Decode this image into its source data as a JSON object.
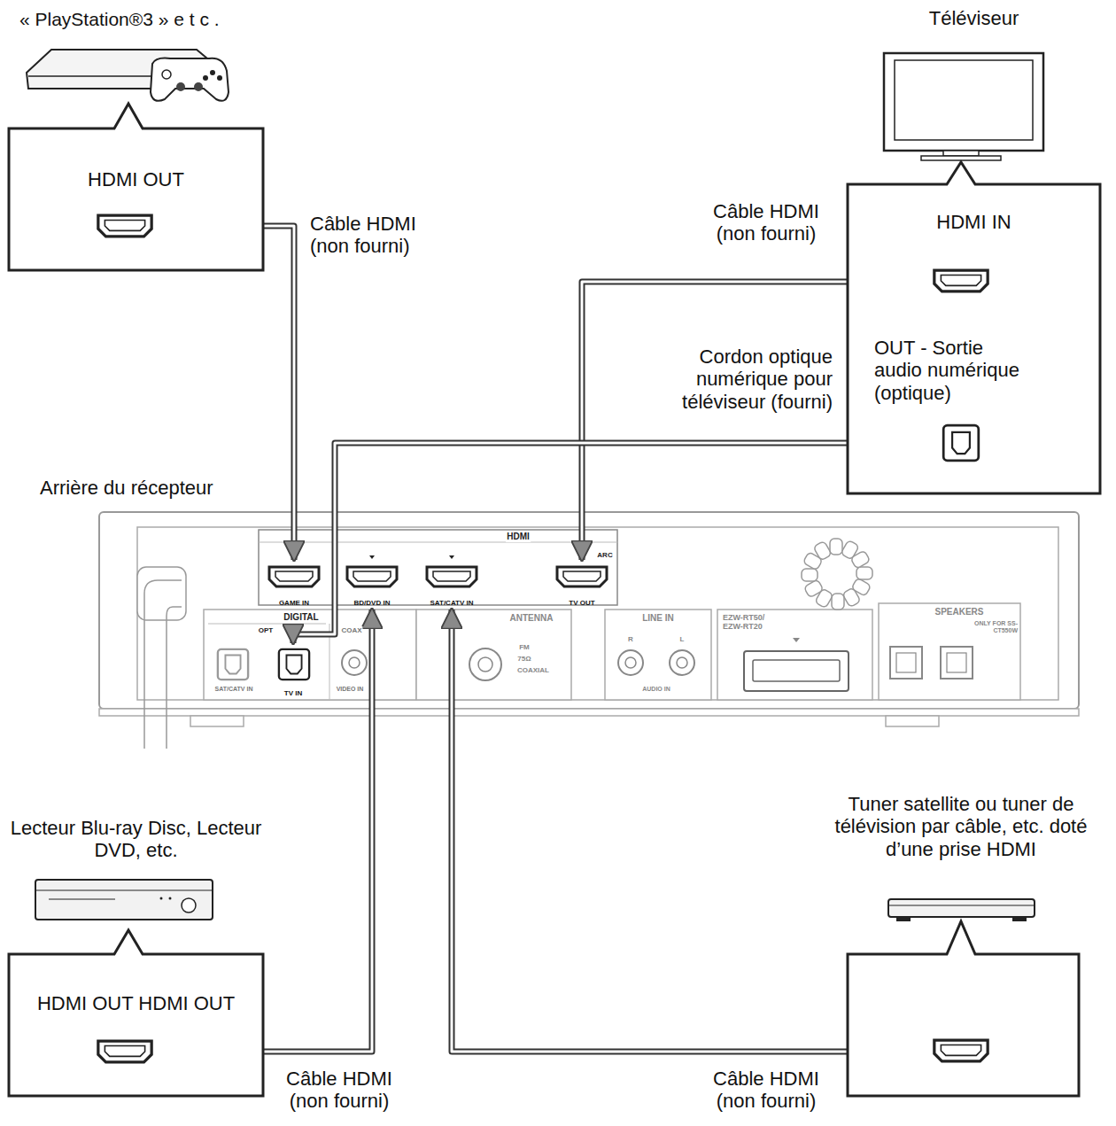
{
  "diagram": {
    "nodes": [
      {
        "text": [
          "« PlayStation®3 » e t c .",
          "HDMI OUT"
        ]
      },
      {
        "text": [
          "Téléviseur",
          "HDMI IN",
          "OUT - Sortie audio numérique (optique)"
        ]
      },
      {
        "text": [
          "Arrière du récepteur"
        ]
      },
      {
        "text": [
          "GAME IN"
        ],
        "in": 2
      },
      {
        "text": [
          "BD/DVD IN"
        ],
        "in": 2
      },
      {
        "text": [
          "SAT/CATV IN"
        ],
        "in": 2
      },
      {
        "text": [
          "TV OUT"
        ],
        "in": 2
      },
      {
        "text": [
          "TV IN"
        ],
        "in": 2
      },
      {
        "text": [
          "Lecteur Blu-ray Disc, Lecteur DVD, etc.",
          "HDMI OUT HDMI OUT"
        ]
      },
      {
        "text": [
          "Tuner satellite ou tuner de télévision par câble, etc. doté d’une prise HDMI"
        ]
      }
    ],
    "edges": [
      {
        "from": 0,
        "to": 3,
        "arrow": "to",
        "label": "Câble HDMI (non fourni)"
      },
      {
        "from": 1,
        "to": 6,
        "arrow": "to",
        "label": "Câble HDMI (non fourni)"
      },
      {
        "from": 1,
        "to": 7,
        "arrow": "to",
        "label": "Cordon optique numérique pour téléviseur (fourni)"
      },
      {
        "from": 8,
        "to": 4,
        "arrow": "to",
        "label": "Câble HDMI (non fourni)"
      },
      {
        "from": 9,
        "to": 5,
        "arrow": "to",
        "label": "Câble HDMI (non fourni)"
      }
    ],
    "labels": [
      "HDMI",
      "ARC",
      "DIGITAL",
      "OPT",
      "COAX",
      "SAT/CATV IN",
      "VIDEO IN",
      "ANTENNA",
      "FM",
      "75Ω",
      "COAXIAL",
      "LINE IN",
      "R",
      "L",
      "AUDIO IN",
      "EZW-RT50/ EZW-RT20",
      "SPEAKERS",
      "ONLY FOR SS-CT550W"
    ]
  }
}
